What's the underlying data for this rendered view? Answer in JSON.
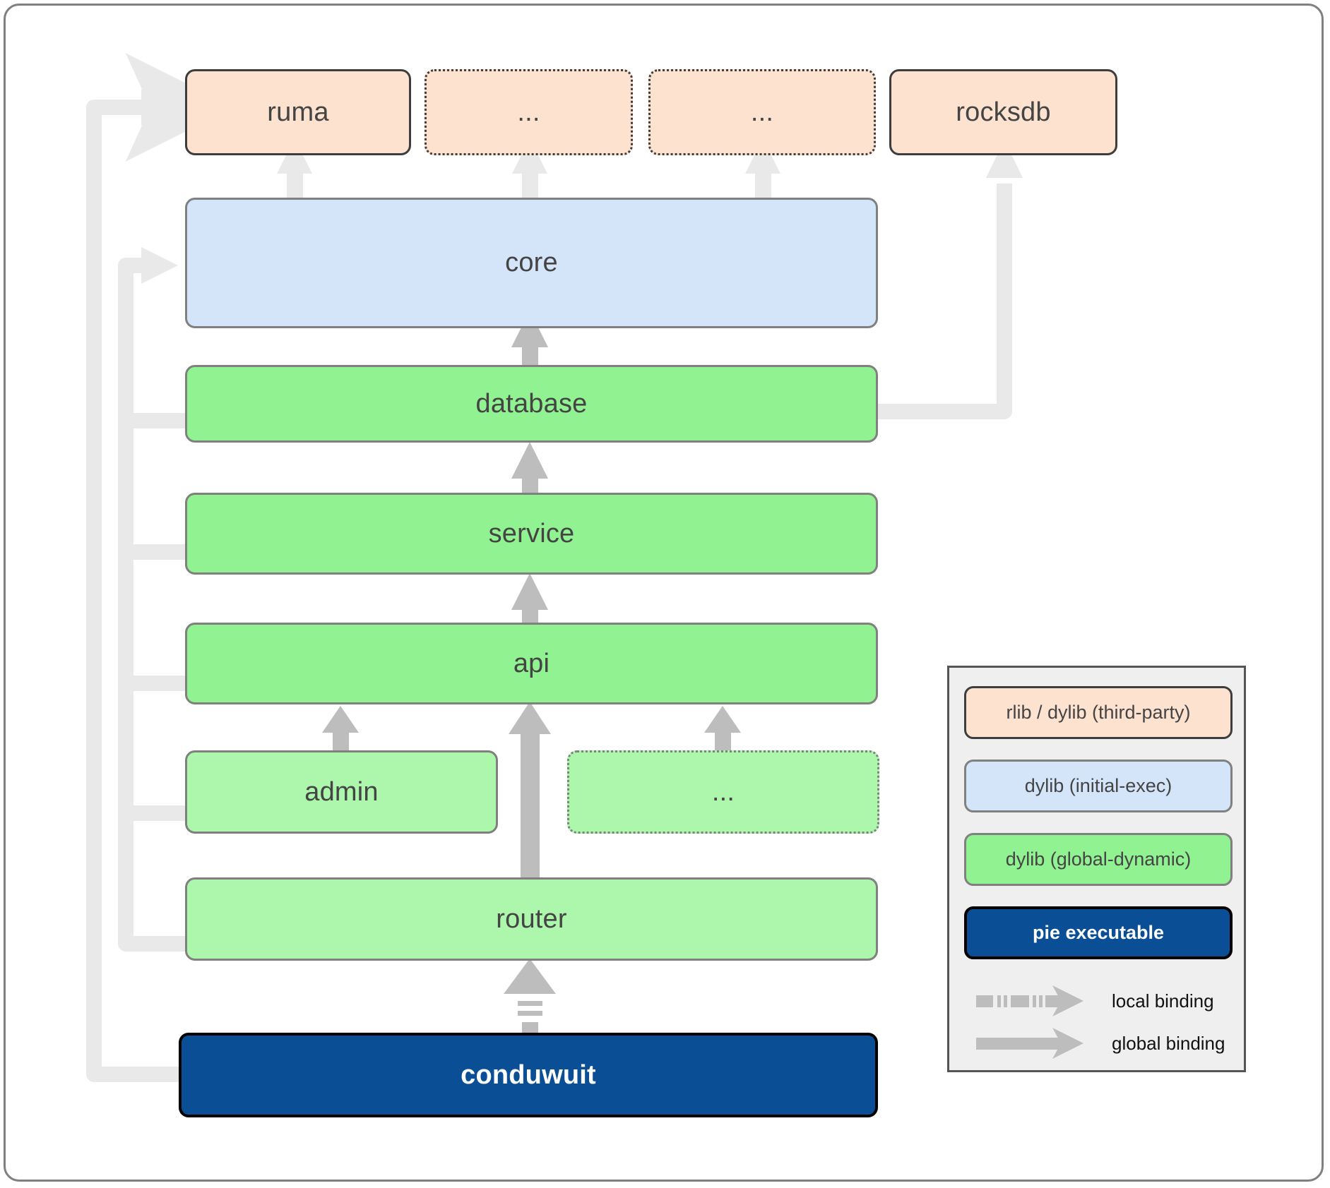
{
  "diagram": {
    "title": "conduwuit crate dependency / linkage diagram",
    "background": "#ffffff",
    "frame_border": "#808080",
    "colors": {
      "third_party_fill": "#fce2cf",
      "third_party_border": "#3d3d3d",
      "initial_exec_fill": "#d4e5fa",
      "global_dynamic_fill": "#91f291",
      "global_dynamic_light_fill": "#acf7ac",
      "node_border": "#808080",
      "pie_fill": "#0a4f96",
      "pie_border": "#000000",
      "local_binding_arrow": "#bdbdbd",
      "global_binding_arrow_light": "#e9e9e9",
      "global_binding_arrow_dark": "#bdbdbd",
      "legend_bg": "#efefef",
      "legend_border": "#555555",
      "text": "#444444"
    },
    "nodes": {
      "ruma": "ruma",
      "top_ellipsis_1": "...",
      "top_ellipsis_2": "...",
      "rocksdb": "rocksdb",
      "core": "core",
      "database": "database",
      "service": "service",
      "api": "api",
      "admin": "admin",
      "api_ellipsis": "...",
      "router": "router",
      "conduwuit": "conduwuit"
    }
  },
  "legend": {
    "items": [
      {
        "label": "rlib / dylib (third-party)",
        "kind": "third-party"
      },
      {
        "label": "dylib (initial-exec)",
        "kind": "initial-exec"
      },
      {
        "label": "dylib (global-dynamic)",
        "kind": "global-dynamic"
      },
      {
        "label": "pie executable",
        "kind": "pie"
      }
    ],
    "bindings": [
      {
        "label": "local binding",
        "style": "dash-dot"
      },
      {
        "label": "global binding",
        "style": "solid"
      }
    ]
  },
  "chart_data": {
    "type": "diagram",
    "title": "conduwuit crate linkage graph",
    "node_types": {
      "ruma": "rlib / dylib (third-party)",
      "top_ellipsis_1": "rlib / dylib (third-party)",
      "top_ellipsis_2": "rlib / dylib (third-party)",
      "rocksdb": "rlib / dylib (third-party)",
      "core": "dylib (initial-exec)",
      "database": "dylib (global-dynamic)",
      "service": "dylib (global-dynamic)",
      "api": "dylib (global-dynamic)",
      "admin": "dylib (global-dynamic)",
      "api_ellipsis": "dylib (global-dynamic)",
      "router": "dylib (global-dynamic)",
      "conduwuit": "pie executable"
    },
    "edges": [
      {
        "from": "core",
        "to": "ruma",
        "binding": "global"
      },
      {
        "from": "core",
        "to": "top_ellipsis_1",
        "binding": "global"
      },
      {
        "from": "core",
        "to": "top_ellipsis_2",
        "binding": "global"
      },
      {
        "from": "database",
        "to": "rocksdb",
        "binding": "global"
      },
      {
        "from": "database",
        "to": "core",
        "binding": "global"
      },
      {
        "from": "service",
        "to": "database",
        "binding": "global"
      },
      {
        "from": "api",
        "to": "service",
        "binding": "global"
      },
      {
        "from": "admin",
        "to": "api",
        "binding": "global"
      },
      {
        "from": "api_ellipsis",
        "to": "api",
        "binding": "global"
      },
      {
        "from": "router",
        "to": "api",
        "binding": "global"
      },
      {
        "from": "conduwuit",
        "to": "router",
        "binding": "local"
      },
      {
        "from": "conduwuit",
        "to": "ruma",
        "binding": "global"
      },
      {
        "from": "router",
        "to": "core",
        "binding": "global"
      }
    ]
  }
}
